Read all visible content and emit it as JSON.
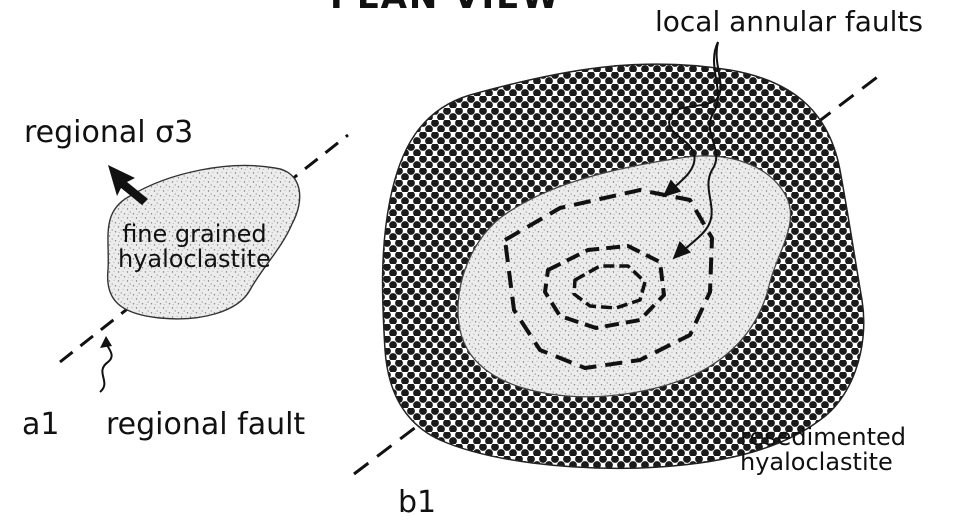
{
  "title_fragment": "PLAN VIEW",
  "labels": {
    "local_annular_faults": "local annular faults",
    "regional_sigma3": "regional σ3",
    "fine_grained_line1": "fine grained",
    "fine_grained_line2": "hyaloclastite",
    "a1": "a1",
    "regional_fault": "regional fault",
    "resedimented_line1": "resedimented",
    "resedimented_line2": "hyaloclastite",
    "b1": "b1"
  },
  "colors": {
    "ink": "#111111",
    "fine_fill": "#e6e6e6",
    "coarse_fill": "#1a1a1a",
    "background": "#ffffff"
  },
  "icons": [
    "arrow-icon"
  ]
}
